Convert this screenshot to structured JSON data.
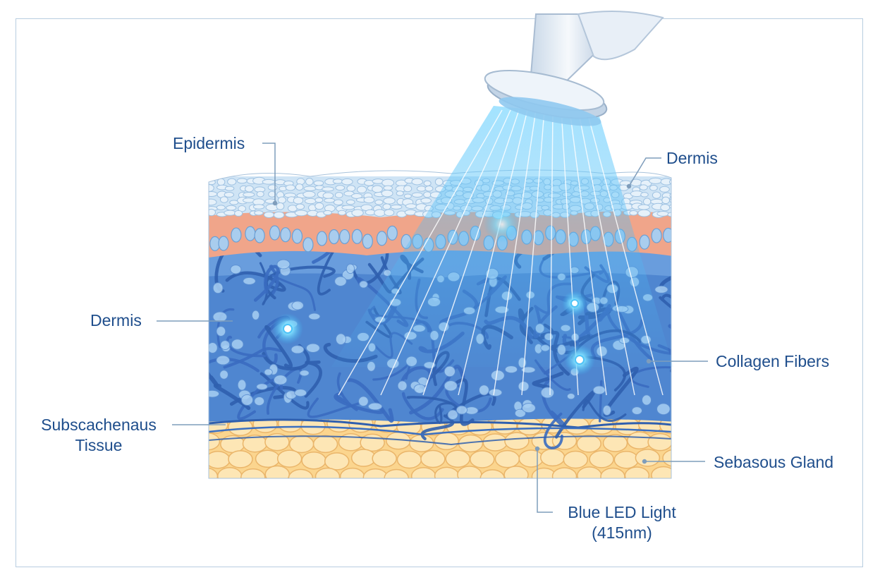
{
  "labels": {
    "epidermis": "Epidermis",
    "dermis_top": "Dermis",
    "dermis_left": "Dermis",
    "collagen_fibers": "Collagen Fibers",
    "subcutaneous_line1": "Subscachenaus",
    "subcutaneous_line2": "Tissue",
    "sebaceous_gland": "Sebasous Gland",
    "blue_led_line1": "Blue LED Light",
    "blue_led_line2": "(415nm)"
  },
  "colors": {
    "label_text": "#1f4e8c",
    "leader_line": "#7f9dbb",
    "epidermis": "#cfe4f5",
    "pink_layer": "#f0a58a",
    "dermis": "#4f86d0",
    "fiber": "#2f5fae",
    "fat": "#fbd58e",
    "light_beam": "#3fb6f2",
    "device": "#dfe8f2"
  },
  "icons": [
    "led-device-icon",
    "light-beam-icon",
    "fibroblast-glow-icon"
  ]
}
